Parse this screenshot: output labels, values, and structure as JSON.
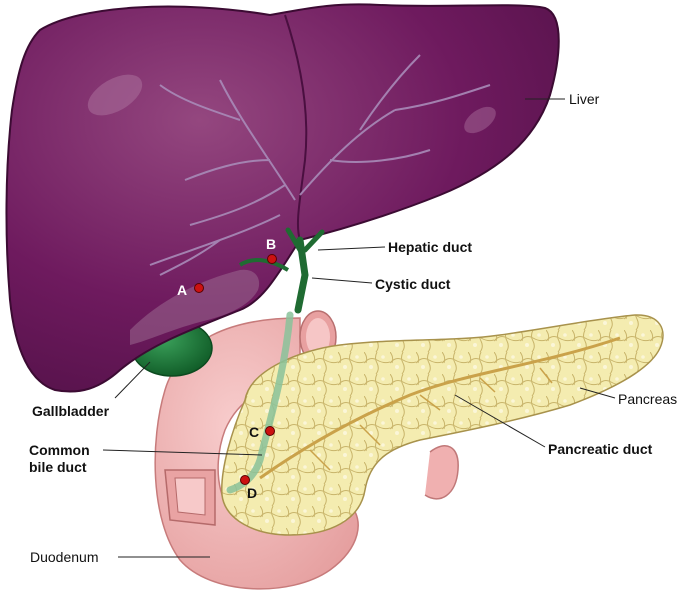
{
  "labels": {
    "liver": "Liver",
    "hepatic_duct": "Hepatic duct",
    "cystic_duct": "Cystic duct",
    "gallbladder": "Gallbladder",
    "pancreas": "Pancreas",
    "pancreatic_duct": "Pancreatic duct",
    "common_bile_duct_line1": "Common",
    "common_bile_duct_line2": "bile duct",
    "duodenum": "Duodenum"
  },
  "points": {
    "a": "A",
    "b": "B",
    "c": "C",
    "d": "D"
  },
  "colors": {
    "liver": "#6e1a5e",
    "liver_dark": "#4f0f44",
    "vessel": "#9b7ba8",
    "gallbladder": "#1f7a3a",
    "duct_green": "#1f6b32",
    "duodenum": "#f1b3b3",
    "duodenum_dark": "#d98c8c",
    "pancreas": "#f3e9a8",
    "pancreas_line": "#b8a25a",
    "marker": "#cc1111"
  }
}
